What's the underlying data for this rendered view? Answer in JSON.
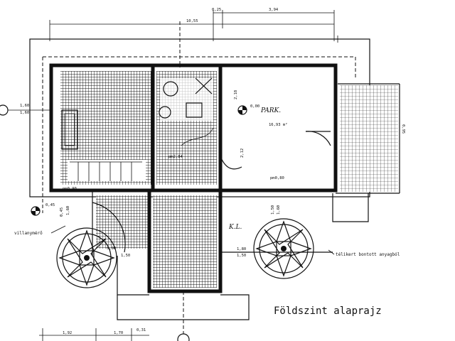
{
  "drawing_title": "Földszint alaprajz",
  "dimensions": {
    "top_overall": "10,55",
    "top_small": "0,25",
    "top_right": "3,94",
    "left_upper_a": "1,60",
    "left_upper_b": "1,60",
    "left_lower": "0,45",
    "room_height": "2,18",
    "room_height_lower": "2,12",
    "right_side": "0,95",
    "mid_left_a": "0,90",
    "mid_left_b": "1,50",
    "mid_right_a": "1,80",
    "mid_right_b": "1,50",
    "col_a": "1,50",
    "col_b": "1,60",
    "bottom_left": "1,92",
    "bottom_mid": "1,70",
    "bottom_small": "0,31",
    "small_v": "0,45"
  },
  "levels": {
    "room_level": "0,00",
    "pm_left": "pm0,90",
    "pm_mid": "pm2,84",
    "pm_right": "pm0,80"
  },
  "room": {
    "name": "PARK.",
    "area": "16,93 m²"
  },
  "annotations": {
    "meter": "villanymérő",
    "garden_note": "télikert bontott anyagból",
    "handwritten_small": "K.L."
  }
}
